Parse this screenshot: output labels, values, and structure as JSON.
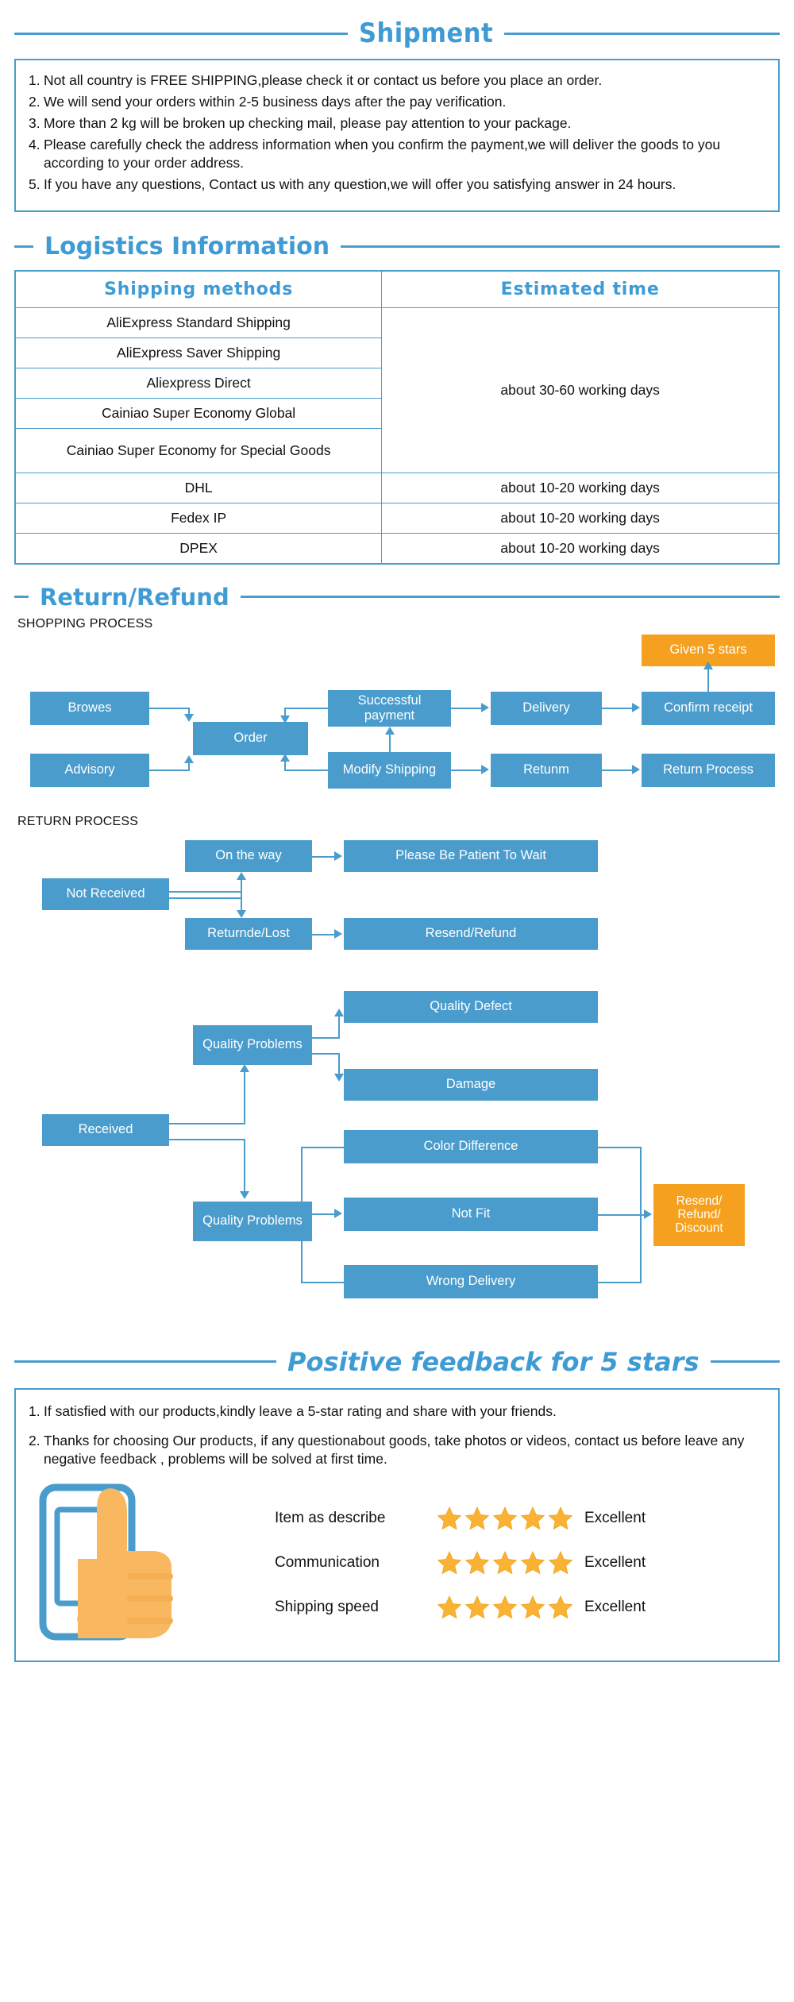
{
  "accent": "#3f9bd4",
  "border_color": "#4a9ccd",
  "node_color": "#4a9ccd",
  "orange": "#f5a01e",
  "star_color": "#f9b233",
  "shipment": {
    "title": "Shipment",
    "items": [
      {
        "num": "1.",
        "text": "Not all country is FREE SHIPPING,please check it or contact us before you place an order."
      },
      {
        "num": "2.",
        "text": "We will send your orders within 2-5 business days after the pay verification."
      },
      {
        "num": "3.",
        "text": "More than 2 kg will be broken up checking mail, please pay attention to your package."
      },
      {
        "num": "4.",
        "text": "Please carefully check the address information when you confirm the payment,we will deliver the goods to you according to your order address."
      },
      {
        "num": "5.",
        "text": "If you have any questions, Contact us with any question,we will offer you satisfying answer in 24 hours."
      }
    ]
  },
  "logistics": {
    "title": "Logistics  Information",
    "headers": [
      "Shipping  methods",
      "Estimated  time"
    ],
    "rows": [
      {
        "method": "AliExpress Standard Shipping",
        "time": ""
      },
      {
        "method": "AliExpress Saver Shipping",
        "time": ""
      },
      {
        "method": "Aliexpress Direct",
        "time": "about 30-60 working days"
      },
      {
        "method": "Cainiao Super Economy Global",
        "time": ""
      },
      {
        "method": "Cainiao Super Economy for Special Goods",
        "time": ""
      },
      {
        "method": "DHL",
        "time": "about 10-20  working days"
      },
      {
        "method": "Fedex IP",
        "time": "about 10-20  working days"
      },
      {
        "method": "DPEX",
        "time": "about 10-20  working days"
      }
    ],
    "grouped_time": "about 30-60 working days"
  },
  "return_refund": {
    "title": "Return/Refund",
    "shopping_process_label": "SHOPPING PROCESS",
    "return_process_label": "RETURN PROCESS",
    "shopping_nodes": {
      "browes": "Browes",
      "order": "Order",
      "advisory": "Advisory",
      "successful_payment": "Successful payment",
      "modify_shipping": "Modify Shipping",
      "delivery": "Delivery",
      "retunm": "Retunm",
      "confirm_receipt": "Confirm receipt",
      "return_process": "Return Process",
      "given_5_stars": "Given 5 stars"
    },
    "return_nodes": {
      "not_received": "Not Received",
      "on_the_way": "On the way",
      "please_be_patient": "Please Be Patient To Wait",
      "returnde_lost": "Returnde/Lost",
      "resend_refund": "Resend/Refund",
      "received": "Received",
      "quality_problems_1": "Quality Problems",
      "quality_problems_2": "Quality Problems",
      "quality_defect": "Quality Defect",
      "damage": "Damage",
      "color_difference": "Color Difference",
      "not_fit": "Not Fit",
      "wrong_delivery": "Wrong Delivery",
      "resend_refund_discount": "Resend/ Refund/ Discount"
    }
  },
  "feedback": {
    "title": "Positive feedback for 5 stars",
    "items": [
      {
        "num": "1.",
        "text": "If satisfied with our products,kindly leave a 5-star rating and share with your friends."
      },
      {
        "num": "2.",
        "text": "Thanks for choosing Our products, if any questionabout goods, take photos or videos, contact us before leave any negative feedback , problems will be solved at first time."
      }
    ],
    "ratings": [
      {
        "label": "Item as describe",
        "stars": 5,
        "value": "Excellent"
      },
      {
        "label": "Communication",
        "stars": 5,
        "value": "Excellent"
      },
      {
        "label": "Shipping speed",
        "stars": 5,
        "value": "Excellent"
      }
    ],
    "thumb_icon": "thumbs-up-icon",
    "phone_icon": "smartphone-icon"
  }
}
